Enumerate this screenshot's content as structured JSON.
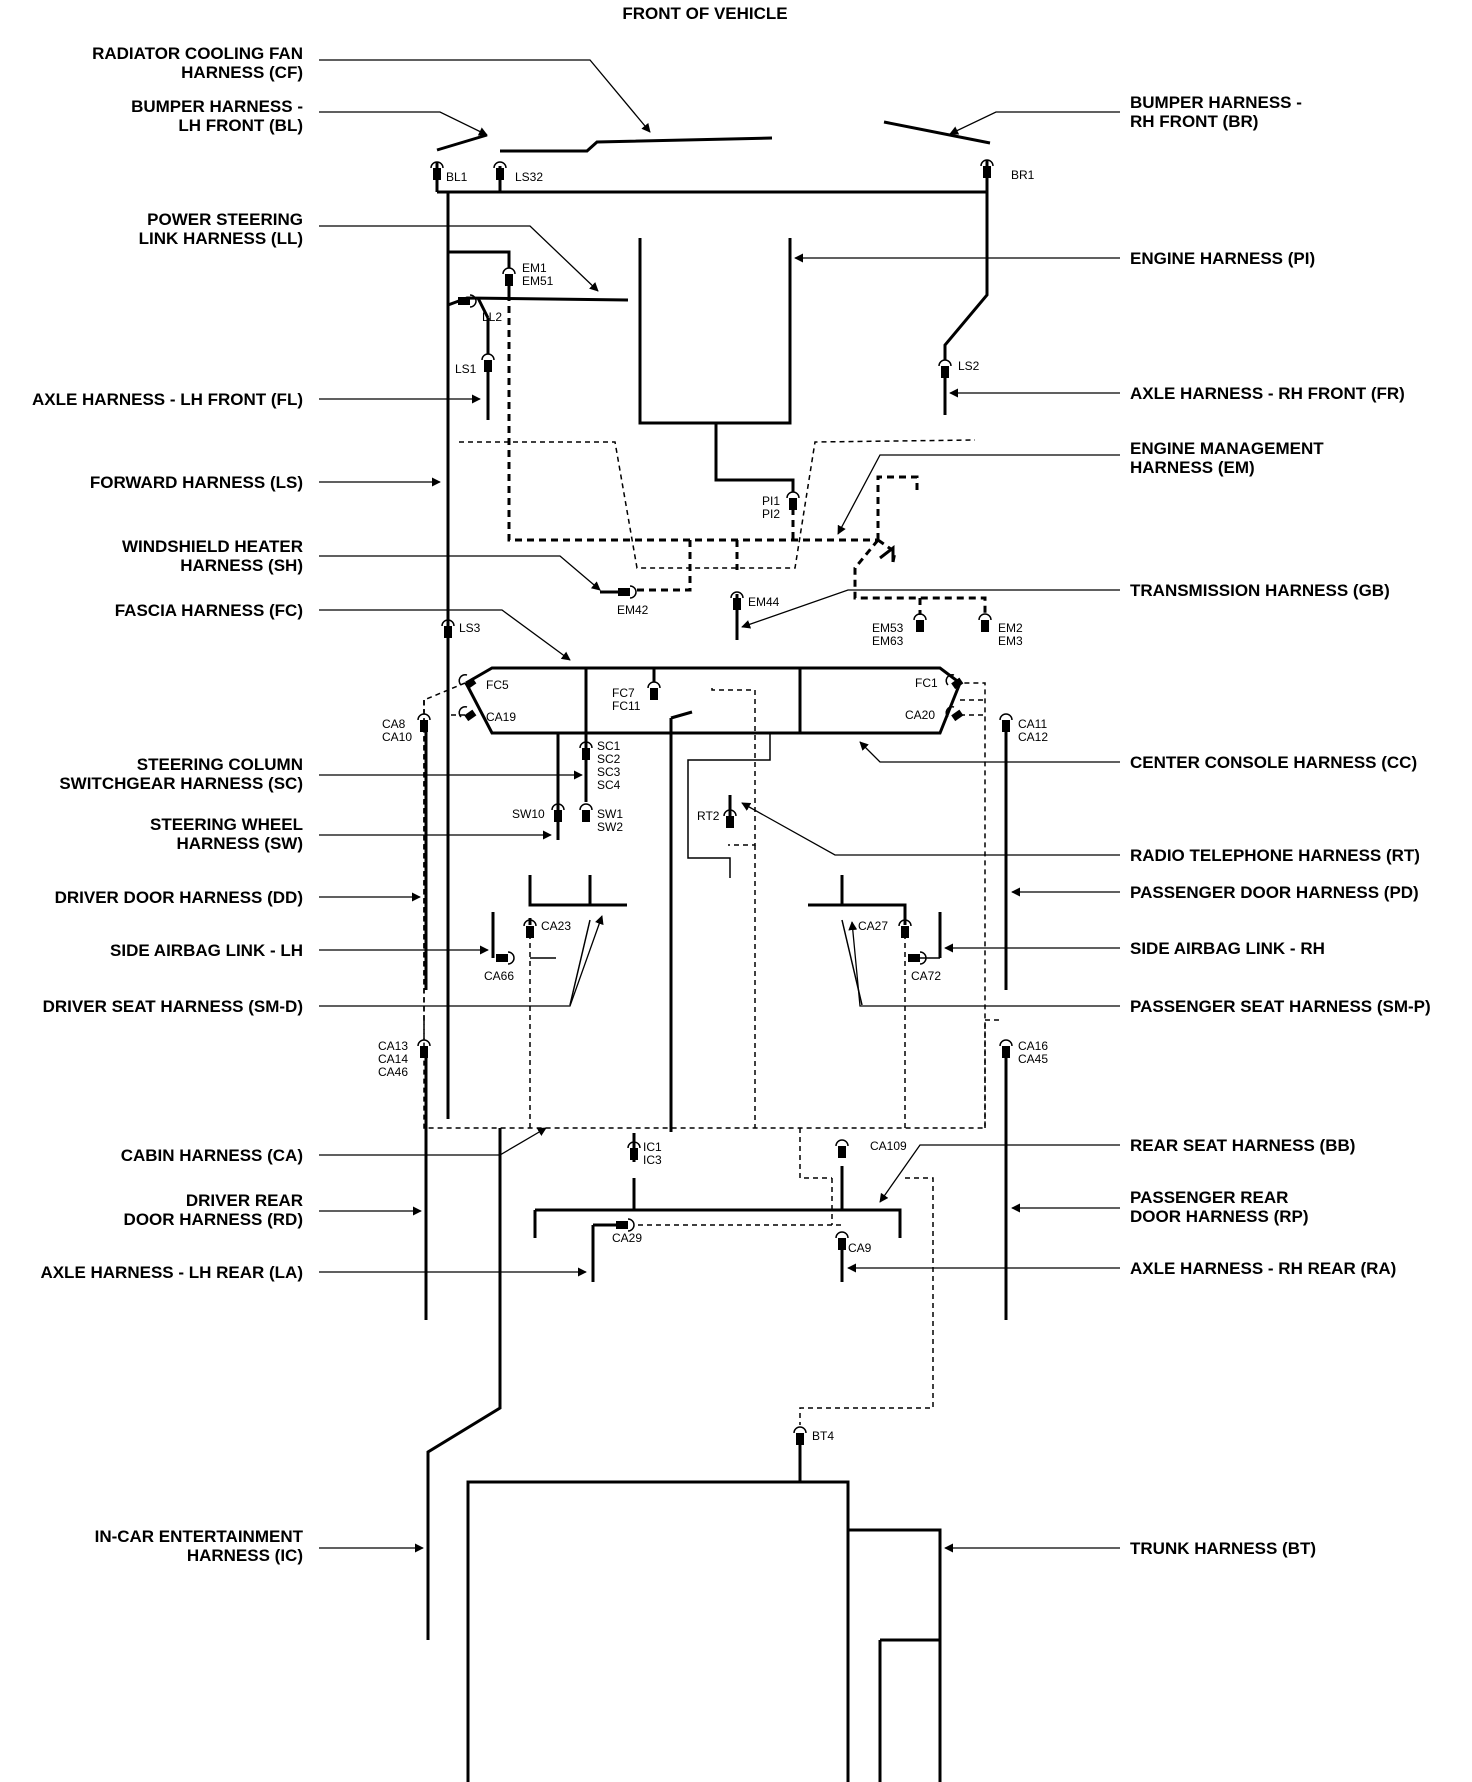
{
  "header": "FRONT OF VEHICLE",
  "labels": {
    "cf": [
      "RADIATOR COOLING FAN",
      "HARNESS (CF)"
    ],
    "bl": [
      "BUMPER HARNESS -",
      "LH FRONT (BL)"
    ],
    "br": [
      "BUMPER HARNESS -",
      "RH FRONT (BR)"
    ],
    "ll": [
      "POWER STEERING",
      "LINK HARNESS (LL)"
    ],
    "pi": [
      "ENGINE HARNESS (PI)"
    ],
    "fl": [
      "AXLE HARNESS - LH FRONT (FL)"
    ],
    "fr": [
      "AXLE HARNESS - RH FRONT (FR)"
    ],
    "em": [
      "ENGINE MANAGEMENT",
      "HARNESS (EM)"
    ],
    "ls": [
      "FORWARD HARNESS (LS)"
    ],
    "sh": [
      "WINDSHIELD HEATER",
      "HARNESS (SH)"
    ],
    "gb": [
      "TRANSMISSION HARNESS (GB)"
    ],
    "fc": [
      "FASCIA HARNESS (FC)"
    ],
    "sc": [
      "STEERING COLUMN",
      "SWITCHGEAR HARNESS (SC)"
    ],
    "cc": [
      "CENTER CONSOLE HARNESS (CC)"
    ],
    "sw": [
      "STEERING WHEEL",
      "HARNESS (SW)"
    ],
    "rt": [
      "RADIO TELEPHONE HARNESS (RT)"
    ],
    "dd": [
      "DRIVER DOOR HARNESS (DD)"
    ],
    "pd": [
      "PASSENGER DOOR HARNESS (PD)"
    ],
    "sal": [
      "SIDE AIRBAG LINK - LH"
    ],
    "sar": [
      "SIDE AIRBAG LINK - RH"
    ],
    "smd": [
      "DRIVER SEAT HARNESS (SM-D)"
    ],
    "smp": [
      "PASSENGER SEAT HARNESS (SM-P)"
    ],
    "ca": [
      "CABIN HARNESS (CA)"
    ],
    "bb": [
      "REAR SEAT HARNESS (BB)"
    ],
    "rd": [
      "DRIVER REAR",
      "DOOR HARNESS (RD)"
    ],
    "rp": [
      "PASSENGER REAR",
      "DOOR HARNESS (RP)"
    ],
    "la": [
      "AXLE HARNESS - LH REAR (LA)"
    ],
    "ra": [
      "AXLE HARNESS - RH REAR (RA)"
    ],
    "ic": [
      "IN-CAR ENTERTAINMENT",
      "HARNESS (IC)"
    ],
    "bt": [
      "TRUNK HARNESS (BT)"
    ]
  },
  "connectors": {
    "bl1": [
      "BL1"
    ],
    "ls32": [
      "LS32"
    ],
    "br1": [
      "BR1"
    ],
    "em1": [
      "EM1",
      "EM51"
    ],
    "ll2": [
      "LL2"
    ],
    "ls1": [
      "LS1"
    ],
    "ls2": [
      "LS2"
    ],
    "pi1": [
      "PI1",
      "PI2"
    ],
    "em42": [
      "EM42"
    ],
    "em44": [
      "EM44"
    ],
    "em53": [
      "EM53",
      "EM63"
    ],
    "em2": [
      "EM2",
      "EM3"
    ],
    "ls3": [
      "LS3"
    ],
    "fc5": [
      "FC5"
    ],
    "ca19": [
      "CA19"
    ],
    "fc7": [
      "FC7",
      "FC11"
    ],
    "fc1": [
      "FC1"
    ],
    "ca20": [
      "CA20"
    ],
    "ca8": [
      "CA8",
      "CA10"
    ],
    "ca11": [
      "CA11",
      "CA12"
    ],
    "sc1": [
      "SC1",
      "SC2",
      "SC3",
      "SC4"
    ],
    "sw10": [
      "SW10"
    ],
    "sw1": [
      "SW1",
      "SW2"
    ],
    "rt2": [
      "RT2"
    ],
    "ca23": [
      "CA23"
    ],
    "ca66": [
      "CA66"
    ],
    "ca27": [
      "CA27"
    ],
    "ca72": [
      "CA72"
    ],
    "ca13": [
      "CA13",
      "CA14",
      "CA46"
    ],
    "ca16": [
      "CA16",
      "CA45"
    ],
    "ic1": [
      "IC1",
      "IC3"
    ],
    "ca109": [
      "CA109"
    ],
    "ca29": [
      "CA29"
    ],
    "ca9": [
      "CA9"
    ],
    "bt4": [
      "BT4"
    ]
  }
}
